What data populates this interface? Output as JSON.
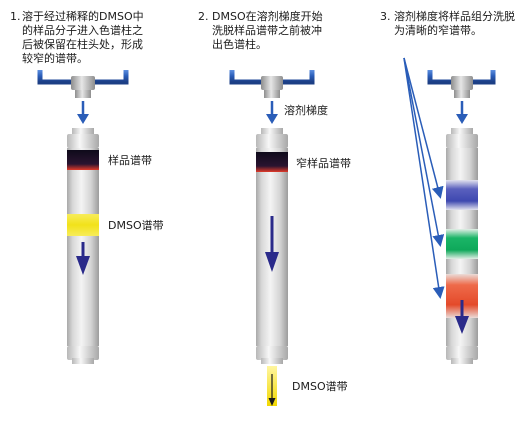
{
  "steps": [
    {
      "number": "1.",
      "text": "溶于经过稀释的DMSO中\n的样品分子进入色谱柱之\n后被保留在柱头处，形成\n较窄的谱带。"
    },
    {
      "number": "2.",
      "text": "DMSO在溶剂梯度开始\n洗脱样品谱带之前被冲\n出色谱柱。"
    },
    {
      "number": "3.",
      "text": "溶剂梯度将样品组分洗脱\n为清晰的窄谱带。"
    }
  ],
  "labels": {
    "sample_band": "样品谱带",
    "dmso_band_1": "DMSO谱带",
    "solvent_gradient": "溶剂梯度",
    "narrow_sample_band": "窄样品谱带",
    "dmso_band_2": "DMSO谱带"
  },
  "colors": {
    "pipe": "#2a5db8",
    "column_glass": "#d8d8d8",
    "sample_dark": "#1b1030",
    "sample_red": "#e03a2a",
    "dmso_yellow": "#f2e21a",
    "flow_arrow": "#2a2a8a",
    "band_blue": "#3e48b0",
    "band_green": "#0fa85a",
    "band_red": "#e44a2a"
  }
}
